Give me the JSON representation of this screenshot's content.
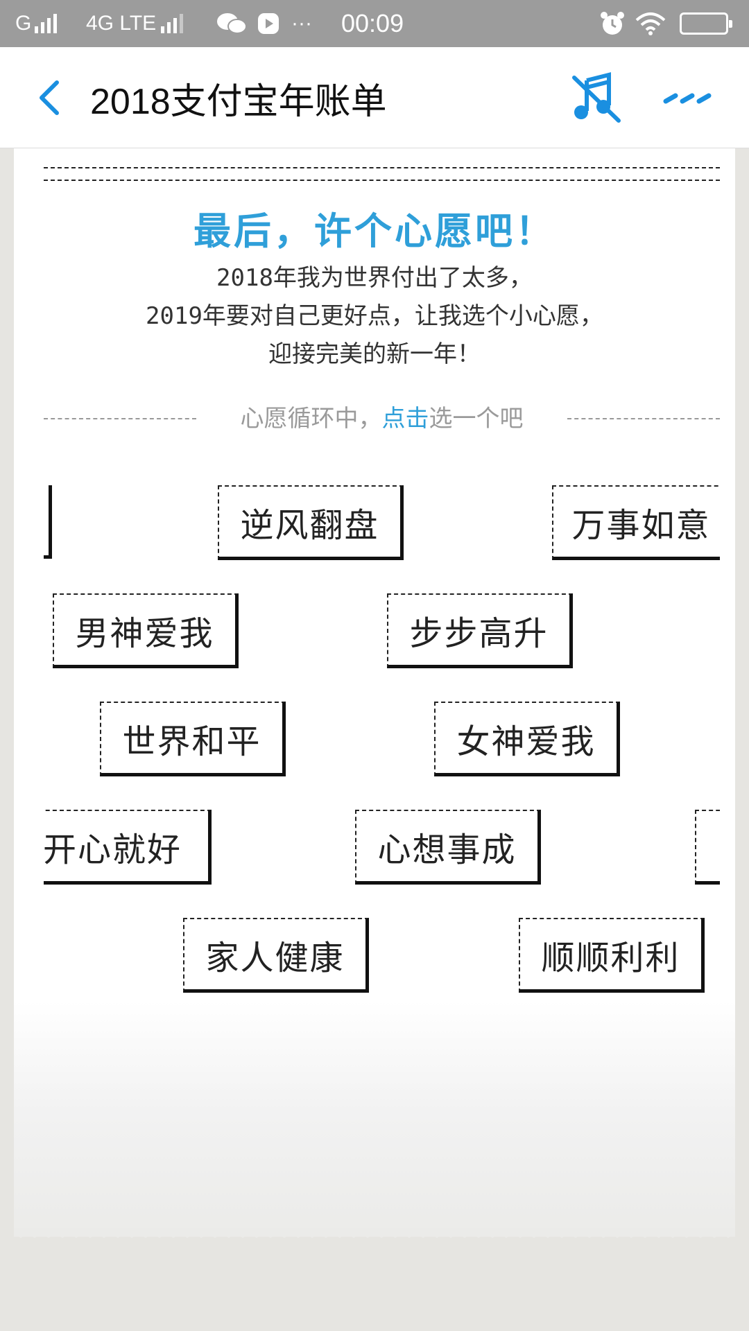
{
  "status_bar": {
    "carrier": "G",
    "network": "4G LTE",
    "time": "00:09"
  },
  "title_bar": {
    "title": "2018支付宝年账单",
    "icons": [
      "back-arrow-icon",
      "music-icon",
      "more-dots-icon"
    ],
    "accent": "#1a8fe0"
  },
  "content": {
    "headline": "最后，许个心愿吧！",
    "intro_lines": [
      "2018年我为世界付出了太多，",
      "2019年要对自己更好点，让我选个小心愿，",
      "迎接完美的新一年！"
    ],
    "hint_prefix": "心愿循环中，",
    "hint_accent": "点击",
    "hint_suffix": "选一个吧",
    "accent_color": "#2f9fd9",
    "wishes": [
      "逆风翻盘",
      "万事如意",
      "男神爱我",
      "步步高升",
      "世界和平",
      "女神爱我",
      "开心就好",
      "心想事成",
      "家人健康",
      "顺顺利利"
    ]
  }
}
